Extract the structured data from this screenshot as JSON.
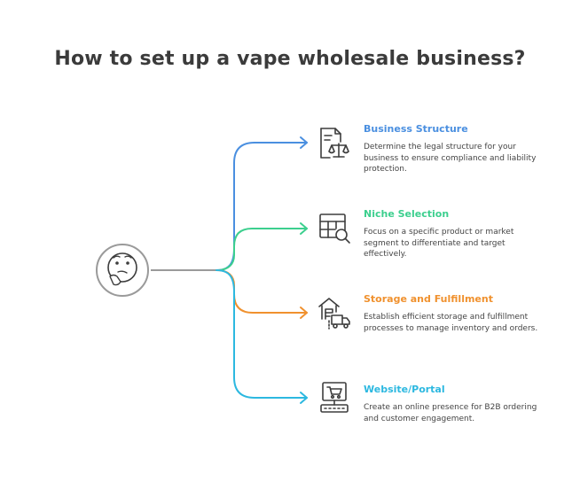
{
  "title": "How to set up a vape wholesale business?",
  "colors": {
    "trunk": "#9a9a9a",
    "hub_stroke": "#9a9a9a",
    "icon_stroke": "#3d3d3d",
    "branch_1": "#4a8fe0",
    "branch_2": "#3ccf8e",
    "branch_3": "#f0912e",
    "branch_4": "#2cb8e0"
  },
  "hub": {
    "icon": "thinking-face-icon"
  },
  "items": [
    {
      "title": "Business Structure",
      "description": "Determine the legal structure for your business to ensure compliance and liability protection.",
      "icon": "legal-document-scales-icon",
      "color": "#4a8fe0"
    },
    {
      "title": "Niche Selection",
      "description": "Focus on a specific product or market segment to differentiate and target effectively.",
      "icon": "table-search-icon",
      "color": "#3ccf8e"
    },
    {
      "title": "Storage and Fulfillment",
      "description": "Establish efficient storage and fulfillment processes to manage inventory and orders.",
      "icon": "warehouse-truck-icon",
      "color": "#f0912e"
    },
    {
      "title": "Website/Portal",
      "description": "Create an online presence for B2B ordering and customer engagement.",
      "icon": "computer-cart-icon",
      "color": "#2cb8e0"
    }
  ]
}
